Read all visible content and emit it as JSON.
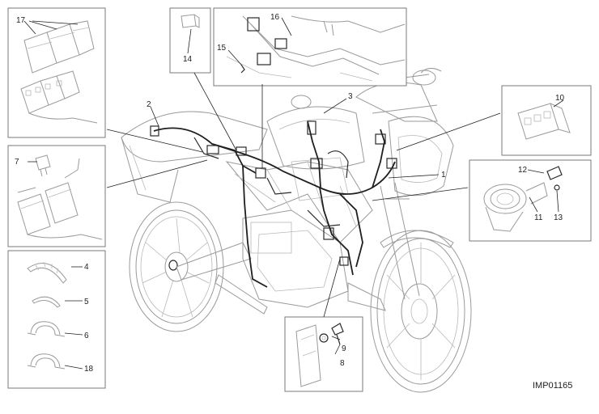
{
  "diagram": {
    "drawing_code": "IMP01165",
    "callouts": [
      {
        "id": "c1",
        "label": "1"
      },
      {
        "id": "c2",
        "label": "2"
      },
      {
        "id": "c3",
        "label": "3"
      },
      {
        "id": "c4",
        "label": "4"
      },
      {
        "id": "c5",
        "label": "5"
      },
      {
        "id": "c6",
        "label": "6"
      },
      {
        "id": "c7",
        "label": "7"
      },
      {
        "id": "c8",
        "label": "8"
      },
      {
        "id": "c9",
        "label": "9"
      },
      {
        "id": "c10",
        "label": "10"
      },
      {
        "id": "c11",
        "label": "11"
      },
      {
        "id": "c12",
        "label": "12"
      },
      {
        "id": "c13",
        "label": "13"
      },
      {
        "id": "c14",
        "label": "14"
      },
      {
        "id": "c15",
        "label": "15"
      },
      {
        "id": "c16",
        "label": "16"
      },
      {
        "id": "c17",
        "label": "17"
      },
      {
        "id": "c18",
        "label": "18"
      }
    ]
  }
}
